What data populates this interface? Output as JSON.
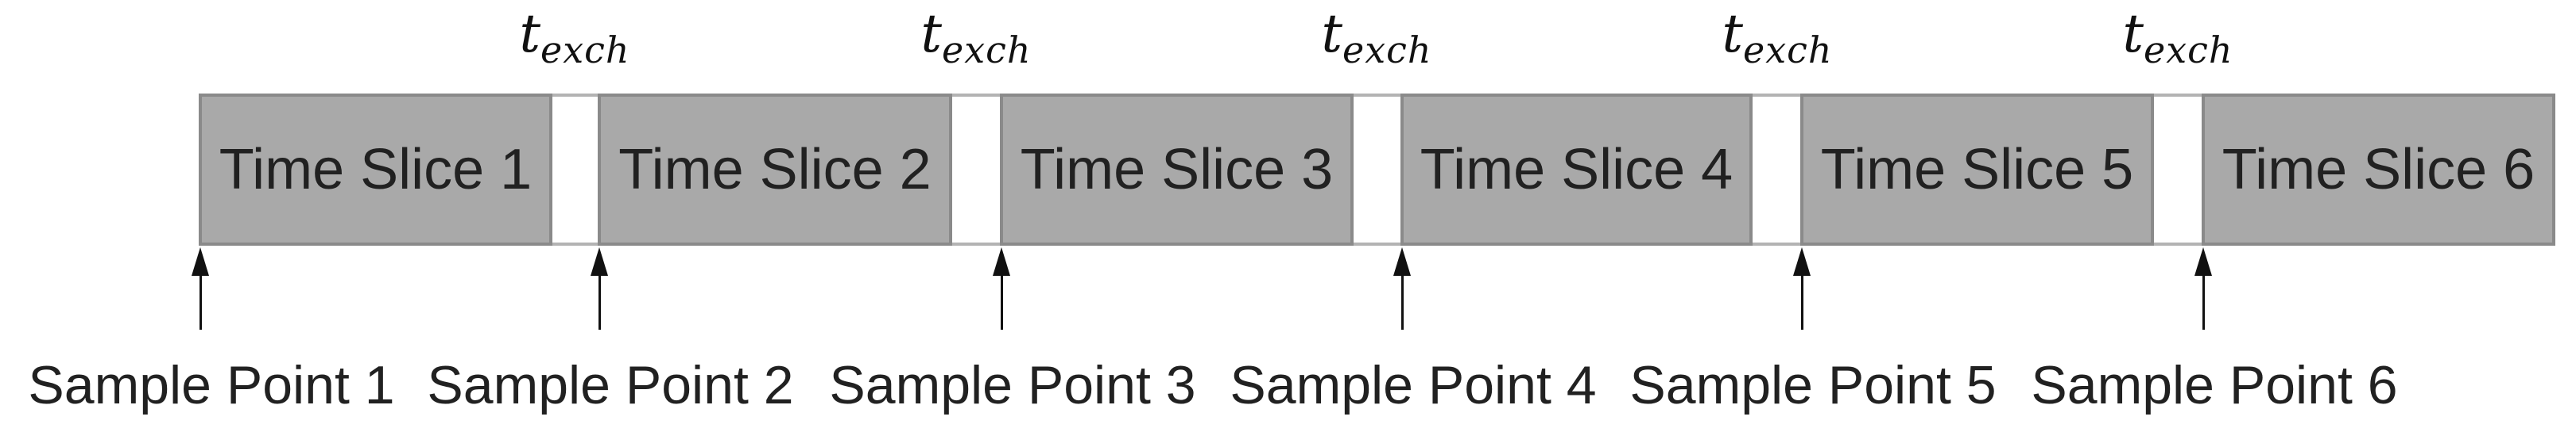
{
  "diagram": {
    "slices": [
      {
        "label": "Time Slice 1"
      },
      {
        "label": "Time Slice 2"
      },
      {
        "label": "Time Slice 3"
      },
      {
        "label": "Time Slice 4"
      },
      {
        "label": "Time Slice 5"
      },
      {
        "label": "Time Slice 6"
      }
    ],
    "exchange_label": {
      "base": "t",
      "subscript": "exch"
    },
    "sample_points": [
      {
        "label": "Sample Point 1"
      },
      {
        "label": "Sample Point 2"
      },
      {
        "label": "Sample Point 3"
      },
      {
        "label": "Sample Point 4"
      },
      {
        "label": "Sample Point 5"
      },
      {
        "label": "Sample Point 6"
      }
    ],
    "colors": {
      "slice_fill": "#a9a9a9",
      "slice_border": "#8a8a8a",
      "band_border": "#b3b3b3",
      "arrow": "#111111",
      "text": "#212121"
    }
  }
}
